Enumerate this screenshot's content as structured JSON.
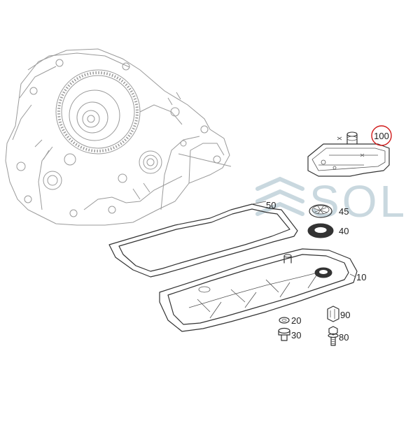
{
  "watermark": {
    "text": "SOL",
    "color": "#c9d8df"
  },
  "highlight_color": "#d11a1a",
  "callouts": [
    {
      "id": "100",
      "text": "100",
      "part": "filter-assembly",
      "highlighted": true
    },
    {
      "id": "50",
      "text": "50",
      "part": "pan-gasket"
    },
    {
      "id": "45",
      "text": "45",
      "part": "filter-seal"
    },
    {
      "id": "40",
      "text": "40",
      "part": "sealing-ring"
    },
    {
      "id": "10",
      "text": "10",
      "part": "oil-pan"
    },
    {
      "id": "20",
      "text": "20",
      "part": "drain-plug-seal"
    },
    {
      "id": "30",
      "text": "30",
      "part": "drain-plug"
    },
    {
      "id": "90",
      "text": "90",
      "part": "pan-clip"
    },
    {
      "id": "80",
      "text": "80",
      "part": "pan-bolt"
    }
  ]
}
